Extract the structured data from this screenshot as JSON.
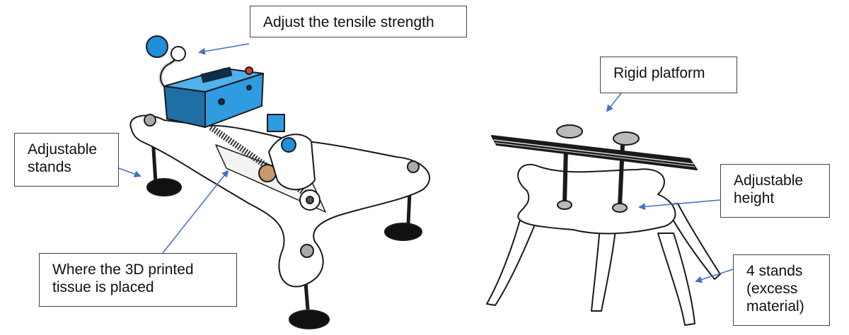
{
  "labels": {
    "tensile": "Adjust the tensile strength",
    "stands": [
      "Adjustable",
      "stands"
    ],
    "tissue": [
      "Where the 3D printed",
      "tissue is placed"
    ],
    "rigid": "Rigid platform",
    "height": [
      "Adjustable",
      "height"
    ],
    "four_stands": [
      "4 stands",
      "(excess",
      "material)"
    ]
  },
  "colors": {
    "device_blue": "#2f9be0",
    "device_blue_dark": "#1f6fa6",
    "arrow": "#4472c4",
    "outline": "#1a1a1a",
    "knob": "#1e8fd8",
    "gear": "#c99a6b"
  }
}
